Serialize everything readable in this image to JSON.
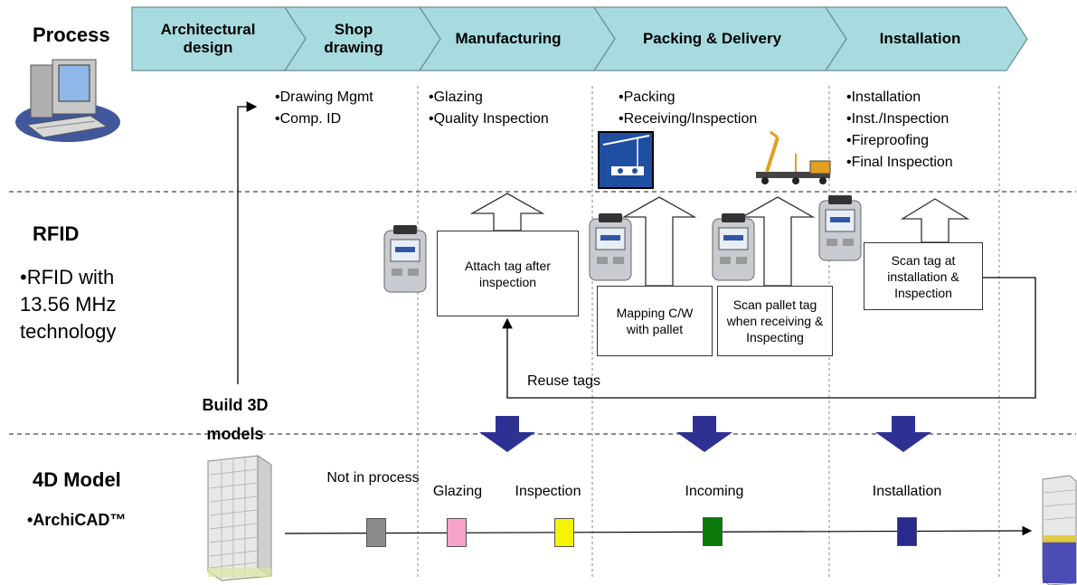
{
  "process_title": "Process",
  "rfid_title": "RFID",
  "rfid_note": "RFID with 13.56 MHz technology",
  "model_title": "4D Model",
  "model_note": "ArchiCAD™",
  "build_label": "Build 3D models",
  "reuse_label": "Reuse tags",
  "chevrons": [
    {
      "label": "Architectural design"
    },
    {
      "label": "Shop drawing"
    },
    {
      "label": "Manufacturing"
    },
    {
      "label": "Packing & Delivery"
    },
    {
      "label": "Installation"
    }
  ],
  "bullets": {
    "shop": [
      "Drawing Mgmt",
      "Comp. ID"
    ],
    "manufacturing": [
      "Glazing",
      "Quality Inspection"
    ],
    "packing": [
      "Packing",
      "Receiving/Inspection"
    ],
    "installation": [
      "Installation",
      "Inst./Inspection",
      "Fireproofing",
      "Final Inspection"
    ]
  },
  "rfid_boxes": [
    {
      "text": "Attach tag after inspection"
    },
    {
      "text": "Mapping C/W with pallet"
    },
    {
      "text": "Scan pallet tag when receiving & Inspecting"
    },
    {
      "text": "Scan tag at installation & Inspection"
    }
  ],
  "stages": [
    {
      "label": "Not in process",
      "color": "#8c8c8c"
    },
    {
      "label": "Glazing",
      "color": "#f7a3c9"
    },
    {
      "label": "Inspection",
      "color": "#f4f400"
    },
    {
      "label": "Incoming",
      "color": "#0a7a0a"
    },
    {
      "label": "Installation",
      "color": "#2a2a8c"
    }
  ],
  "colors": {
    "chevron_fill": "#a7dbe0",
    "chevron_stroke": "#6a8e92",
    "down_arrow": "#2e3192",
    "divider": "#666666"
  },
  "icons": [
    "computer-icon",
    "crane-icon",
    "truck-crane-icon",
    "rfid-reader-icon",
    "building-icon"
  ]
}
